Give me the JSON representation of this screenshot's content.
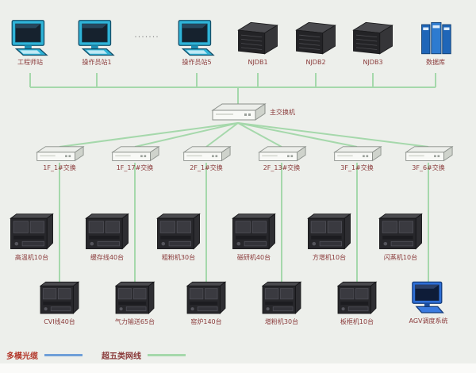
{
  "colors": {
    "background": "#edefeb",
    "fiber_line": "#6f9fd8",
    "cat5_line": "#a5d8ab",
    "label_text": "#8a3a3a"
  },
  "top_row": {
    "nodes": [
      {
        "icon": "computer",
        "label": "工程师站"
      },
      {
        "icon": "computer",
        "label": "操作员站1"
      },
      {
        "icon": "dots",
        "label": "·······"
      },
      {
        "icon": "computer",
        "label": "操作员站5"
      },
      {
        "icon": "server",
        "label": "NJDB1"
      },
      {
        "icon": "server",
        "label": "NJDB2"
      },
      {
        "icon": "server",
        "label": "NJDB3"
      },
      {
        "icon": "database",
        "label": "数据库"
      }
    ]
  },
  "core": {
    "main_switch_label": "主交换机"
  },
  "floor_switches": [
    {
      "label": "1F_1#交换"
    },
    {
      "label": "1F_17#交换"
    },
    {
      "label": "2F_1#交换"
    },
    {
      "label": "2F_13#交换"
    },
    {
      "label": "3F_1#交换"
    },
    {
      "label": "3F_6#交换"
    }
  ],
  "devices_row1": [
    {
      "label": "高温机10台"
    },
    {
      "label": "缓存线40台"
    },
    {
      "label": "粗粉机30台"
    },
    {
      "label": "磁研机40台"
    },
    {
      "label": "方增机10台"
    },
    {
      "label": "闪蒸机10台"
    }
  ],
  "devices_row2": [
    {
      "label": "CVI线40台"
    },
    {
      "label": "气力输送65台"
    },
    {
      "label": "窑炉140台"
    },
    {
      "label": "增粉机30台"
    },
    {
      "label": "板框机10台"
    },
    {
      "label": "AGV调度系统"
    }
  ],
  "legend": {
    "items": [
      {
        "label": "多模光缆",
        "color": "#6f9fd8"
      },
      {
        "label": "超五类网线",
        "color": "#a5d8ab"
      }
    ]
  }
}
